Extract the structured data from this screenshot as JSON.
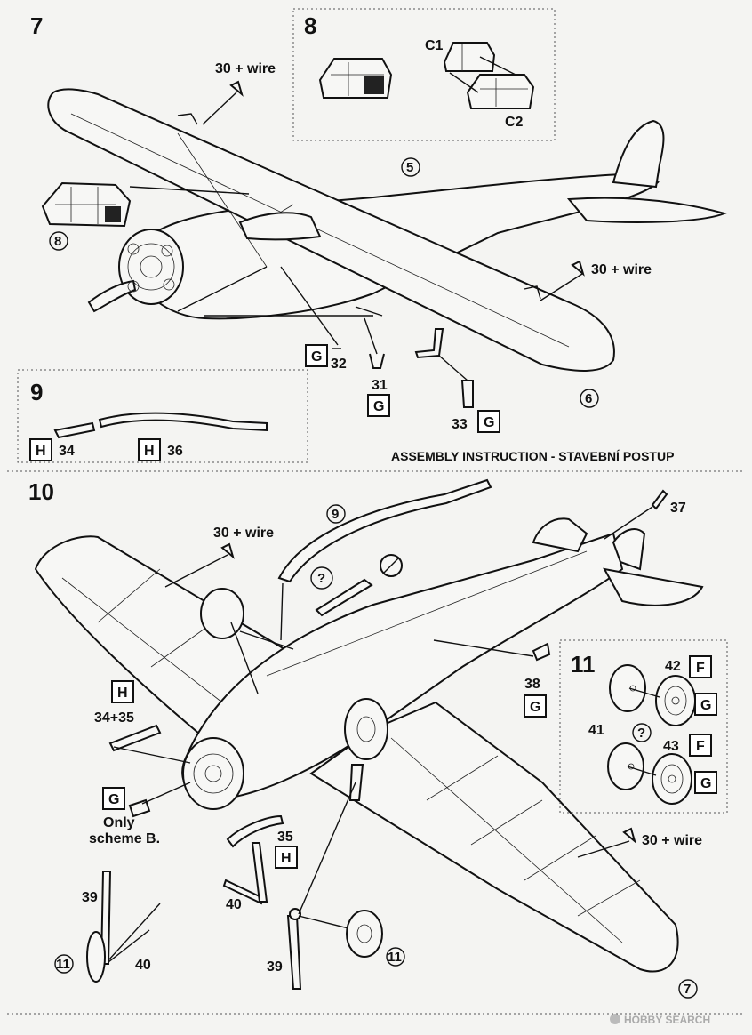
{
  "steps": {
    "s7": "7",
    "s8": "8",
    "s9": "9",
    "s10": "10",
    "s11": "11"
  },
  "heading": "ASSEMBLY INSTRUCTION - STAVEBNÍ POSTUP",
  "labels": {
    "wire": "30 + wire",
    "c1": "C1",
    "c2": "C2",
    "p31": "31",
    "p32": "32",
    "p33": "33",
    "p34": "34",
    "p36": "36",
    "p34_35": "34+35",
    "p35": "35",
    "p37": "37",
    "p38": "38",
    "p39": "39",
    "p40": "40",
    "p41": "41",
    "p42": "42",
    "p43": "43",
    "only": "Only",
    "scheme": "scheme B.",
    "question": "?"
  },
  "sprues": {
    "G": "G",
    "H": "H",
    "F": "F"
  },
  "circled": {
    "c5": "5",
    "c6": "6",
    "c7": "7",
    "c8": "8",
    "c9": "9",
    "c11": "11"
  },
  "watermark": "HOBBY SEARCH"
}
